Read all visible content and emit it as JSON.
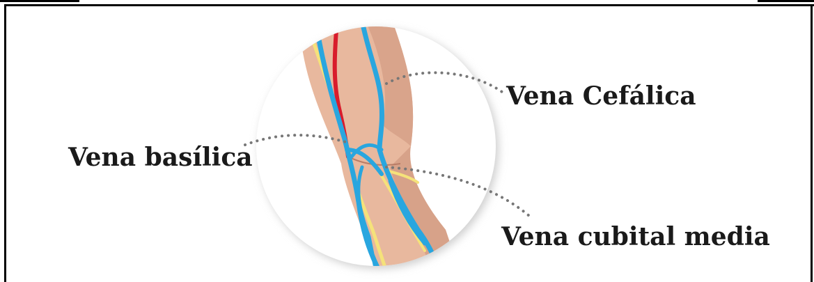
{
  "labels": {
    "cefalica": "Vena Cefálica",
    "basilica": "Vena basílica",
    "cubital": "Vena cubital media"
  },
  "colors": {
    "vein": "#29a6df",
    "artery": "#d81c2c",
    "nerve": "#f5e27a",
    "skin": "#e8b89e",
    "skin_shadow": "#c98f78",
    "leader_dots": "#777777"
  }
}
